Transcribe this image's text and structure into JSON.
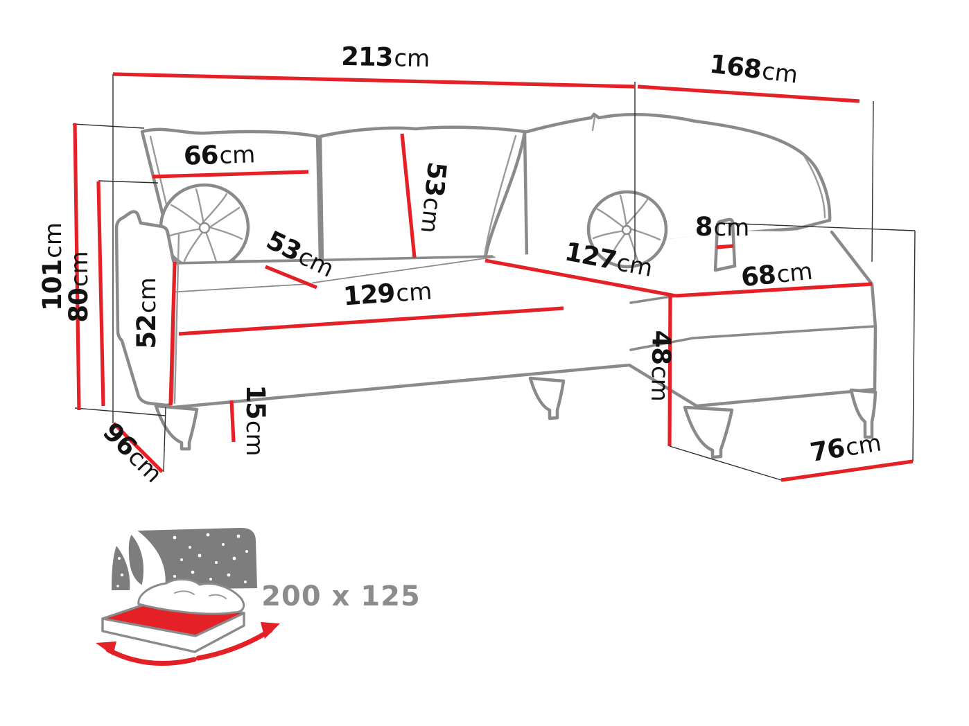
{
  "diagram": {
    "title": "corner-sofa-dimensions",
    "accent_color": "#e42127",
    "outline_color": "#8a8a8a",
    "dims": {
      "total_width": {
        "value": "213",
        "unit": "cm"
      },
      "total_depth": {
        "value": "168",
        "unit": "cm"
      },
      "height": {
        "value": "101",
        "unit": "cm"
      },
      "back_height": {
        "value": "80",
        "unit": "cm"
      },
      "cushion_width": {
        "value": "66",
        "unit": "cm"
      },
      "cushion_height": {
        "value": "53",
        "unit": "cm"
      },
      "seat_depth": {
        "value": "53",
        "unit": "cm"
      },
      "arm_height": {
        "value": "52",
        "unit": "cm"
      },
      "seat_width": {
        "value": "129",
        "unit": "cm"
      },
      "chaise_length": {
        "value": "127",
        "unit": "cm"
      },
      "arm_width": {
        "value": "8",
        "unit": "cm"
      },
      "chaise_width": {
        "value": "68",
        "unit": "cm"
      },
      "seat_height": {
        "value": "48",
        "unit": "cm"
      },
      "leg_height": {
        "value": "15",
        "unit": "cm"
      },
      "side_depth": {
        "value": "96",
        "unit": "cm"
      },
      "chaise_end_depth": {
        "value": "76",
        "unit": "cm"
      }
    },
    "sleeping_area": {
      "label": "200 x 125"
    }
  }
}
